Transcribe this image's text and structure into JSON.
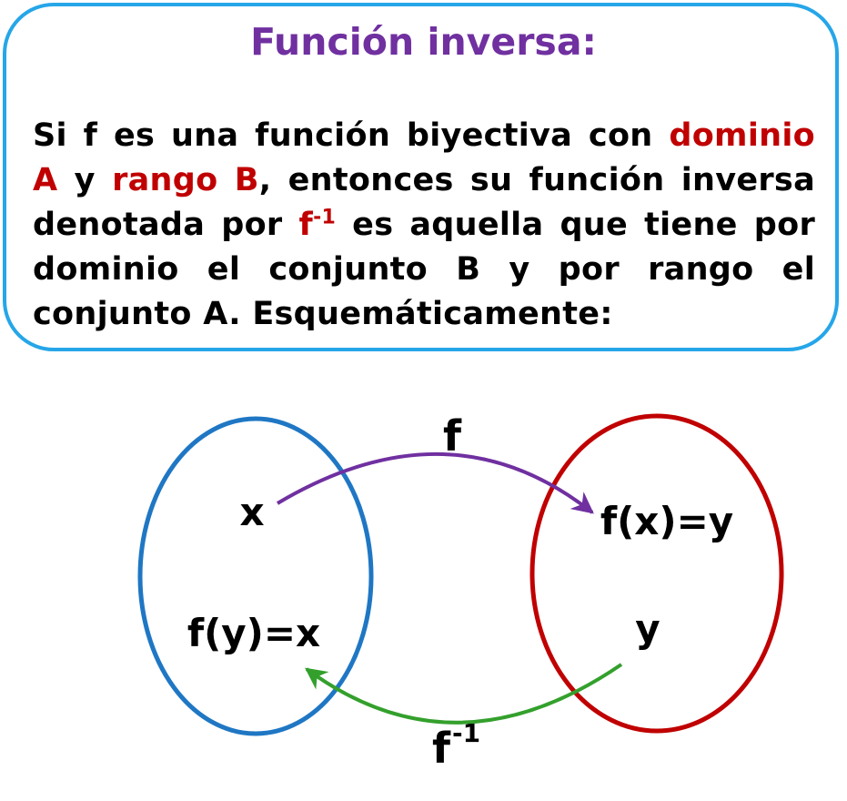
{
  "title": "Función inversa:",
  "definition": {
    "p1": "Si f es una función biyectiva con ",
    "dominio_a": "dominio A",
    "p2": " y ",
    "rango_b": "rango B",
    "p3": ", entonces su función inversa denotada por ",
    "finv_base": "f",
    "finv_exp": "-1",
    "p4": "  es aquella que tiene por dominio el conjunto B y por rango el conjunto A. Esquemáticamente:"
  },
  "diagram": {
    "left_set": {
      "elements": [
        "x",
        "f(y)=x"
      ],
      "border_color": "#1f77c4"
    },
    "right_set": {
      "elements": [
        "f(x)=y",
        "y"
      ],
      "border_color": "#c00000"
    },
    "top_arrow": {
      "label": "f",
      "color": "#7030a0"
    },
    "bottom_arrow": {
      "label_base": "f",
      "label_exp": "-1",
      "color": "#33a02c"
    }
  }
}
